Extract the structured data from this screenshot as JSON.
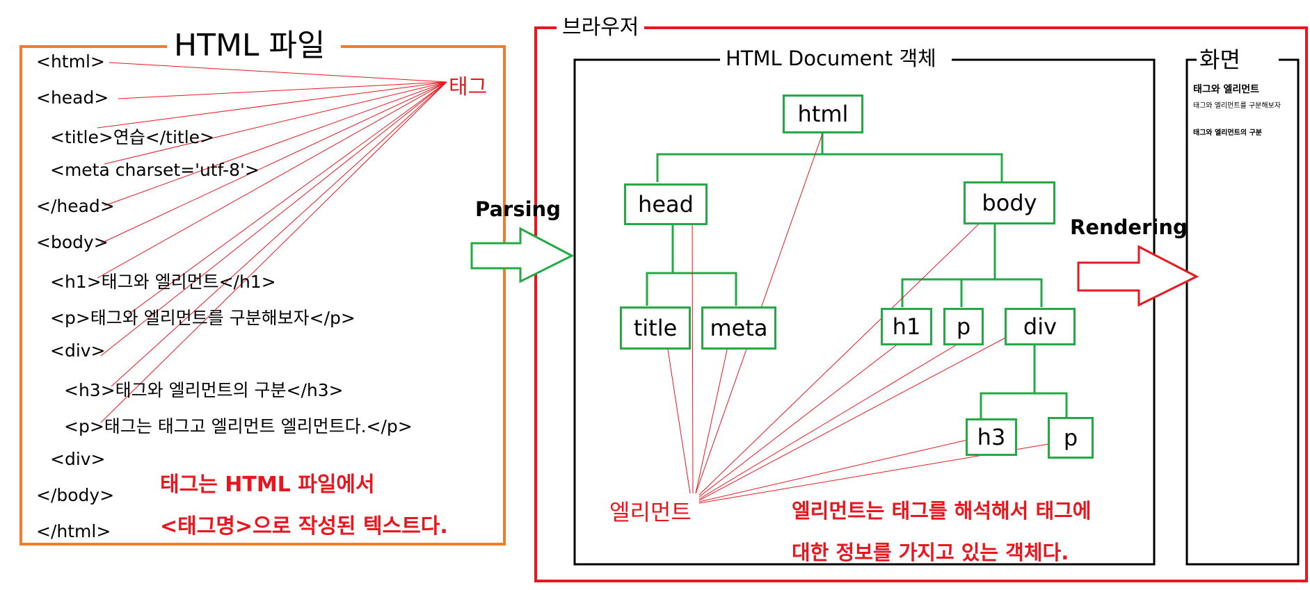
{
  "html_file": {
    "title": "HTML 파일",
    "lines": [
      "<html>",
      "<head>",
      "<title>연습</title>",
      "<meta charset='utf-8'>",
      "</head>",
      "<body>",
      "<h1>태그와 엘리먼트</h1>",
      "<p>태그와 엘리먼트를 구분해보자</p>",
      "<div>",
      "<h3>태그와 엘리먼트의 구분</h3>",
      "<p>태그는 태그고 엘리먼트 엘리먼트다.</p>",
      "<div>",
      "</body>",
      "</html>"
    ],
    "tag_label": "태그",
    "note_line1": "태그는 HTML 파일에서",
    "note_line2": "<태그명>으로 작성된 텍스트다."
  },
  "parsing_label": "Parsing",
  "browser": {
    "title": "브라우저",
    "document": {
      "title": "HTML Document 객체",
      "nodes": {
        "html": "html",
        "head": "head",
        "body": "body",
        "title": "title",
        "meta": "meta",
        "h1": "h1",
        "p": "p",
        "div": "div",
        "h3": "h3",
        "p2": "p"
      },
      "element_label": "엘리먼트",
      "note_line1": "엘리먼트는 태그를 해석해서 태그에",
      "note_line2": "대한 정보를 가지고 있는 객체다."
    },
    "rendering_label": "Rendering",
    "screen": {
      "title": "화면",
      "h1": "태그와 엘리먼트",
      "p": "태그와 엘리먼트를 구분해보자",
      "h3": "태그와 엘리먼트의 구분"
    }
  },
  "colors": {
    "orange": "#f07b2a",
    "red": "#e8161e",
    "green": "#22aa44",
    "black": "#000000"
  }
}
